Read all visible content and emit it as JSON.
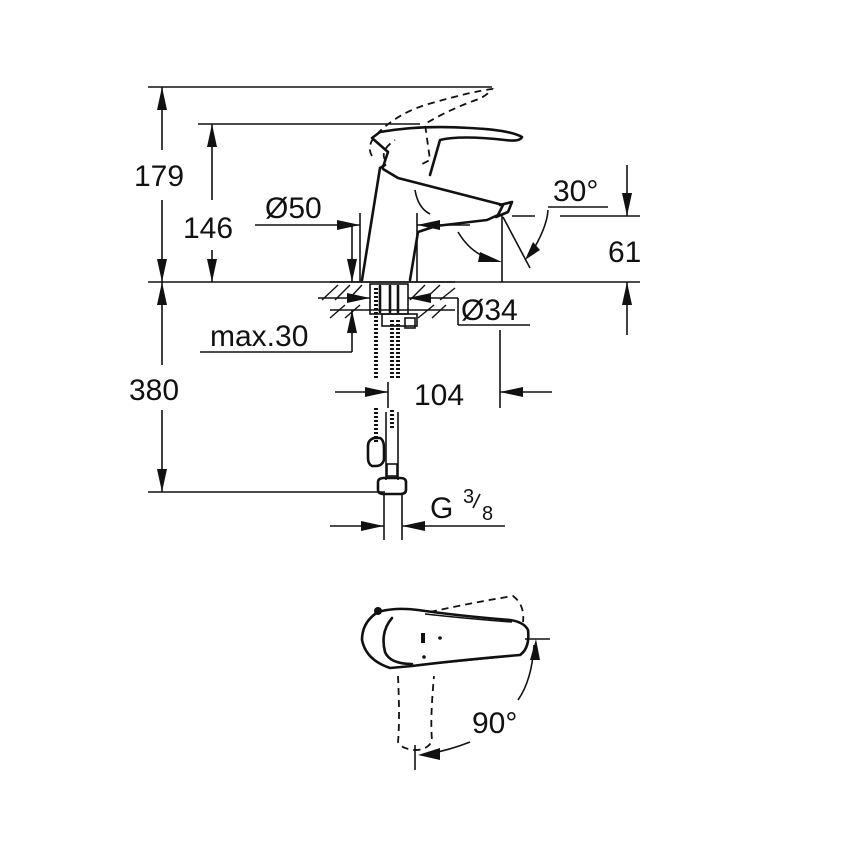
{
  "drawing": {
    "subject": "single-lever basin mixer technical drawing",
    "line_color": "#111111",
    "background": "#ffffff"
  },
  "dimensions": {
    "total_height": "179",
    "spout_height": "146",
    "body_diameter": "Ø50",
    "mounting_hole_diameter": "Ø34",
    "max_deck_thickness": "max.30",
    "hose_length": "380",
    "spout_projection": "104",
    "spout_angle": "30°",
    "outlet_height_offset": "61",
    "connection_thread_main": "G",
    "connection_thread_num": "3",
    "connection_thread_den": "8",
    "lever_rotation": "90°"
  }
}
